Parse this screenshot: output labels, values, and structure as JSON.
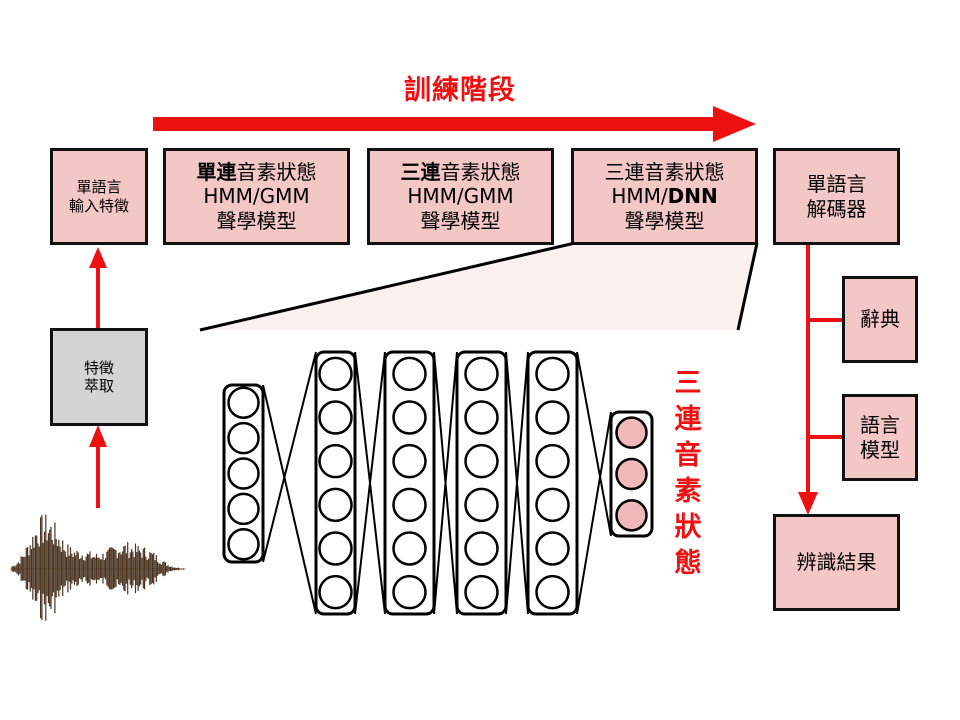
{
  "title": "訓練階段",
  "input_features": [
    "單語言",
    "輸入特徵"
  ],
  "feature_extraction": [
    "特徵",
    "萃取"
  ],
  "stage1": {
    "line1_bold": "單連",
    "line1_rest": "音素狀態",
    "line2": "HMM/GMM",
    "line3": "聲學模型"
  },
  "stage2": {
    "line1_bold": "三連",
    "line1_rest": "音素狀態",
    "line2": "HMM/GMM",
    "line3": "聲學模型"
  },
  "stage3": {
    "line1": "三連音素狀態",
    "line2_prefix": "HMM/",
    "line2_bold": "DNN",
    "line3": "聲學模型"
  },
  "decoder": [
    "單語言",
    "解碼器"
  ],
  "lexicon": "辭典",
  "language_model": [
    "語言",
    "模型"
  ],
  "result": "辨識結果",
  "dnn_output_label": [
    "三",
    "連",
    "音",
    "素",
    "狀",
    "態"
  ],
  "colors": {
    "accent_red": "#ee1111",
    "box_fill": "#f4c7c7",
    "feature_box_fill": "#d4d4d4",
    "output_node_fill": "#f0b8b8"
  }
}
